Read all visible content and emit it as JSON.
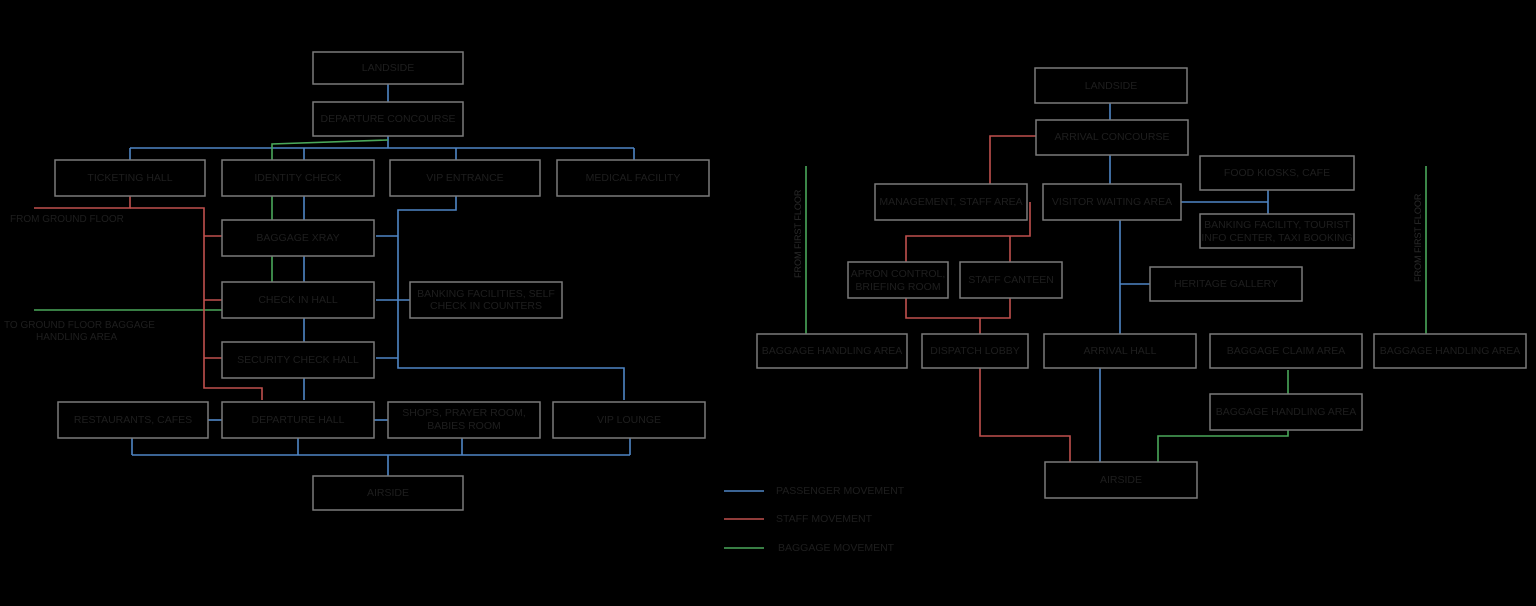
{
  "departure": {
    "landside": "LANDSIDE",
    "departure_concourse": "DEPARTURE CONCOURSE",
    "ticketing_hall": "TICKETING HALL",
    "identity_check": "IDENTITY CHECK",
    "vip_entrance": "VIP ENTRANCE",
    "medical_facility": "MEDICAL FACILITY",
    "baggage_xray": "BAGGAGE XRAY",
    "check_in_hall": "CHECK IN HALL",
    "banking_self_check": [
      "BANKING FACILITIES, SELF",
      "CHECK IN COUNTERS"
    ],
    "security_check_hall": "SECURITY CHECK HALL",
    "restaurants_cafes": "RESTAURANTS, CAFES",
    "departure_hall": "DEPARTURE HALL",
    "shops_prayer": [
      "SHOPS, PRAYER ROOM,",
      "BABIES ROOM"
    ],
    "vip_lounge": "VIP LOUNGE",
    "airside": "AIRSIDE",
    "from_ground_floor": "FROM GROUND FLOOR",
    "to_ground_floor": [
      "TO GROUND FLOOR BAGGAGE",
      "HANDLING AREA"
    ]
  },
  "arrival": {
    "landside": "LANDSIDE",
    "arrival_concourse": "ARRIVAL CONCOURSE",
    "management_staff": "MANAGEMENT, STAFF AREA",
    "visitor_waiting": "VISITOR WAITING AREA",
    "food_kiosks": "FOOD KIOSKS, CAFE",
    "banking_tourist": [
      "BANKING FACILITY, TOURIST",
      "INFO CENTER, TAXI BOOKING"
    ],
    "apron_control": [
      "APRON CONTROL,",
      "BRIEFING ROOM"
    ],
    "staff_canteen": "STAFF CANTEEN",
    "heritage_gallery": "HERITAGE GALLERY",
    "baggage_handling_left": "BAGGAGE HANDLING AREA",
    "dispatch_lobby": "DISPATCH LOBBY",
    "arrival_hall": "ARRIVAL HALL",
    "baggage_claim": "BAGGAGE CLAIM AREA",
    "baggage_handling_right": "BAGGAGE HANDLING AREA",
    "baggage_handling_mid": "BAGGAGE HANDLING AREA",
    "airside": "AIRSIDE",
    "from_first_floor_left": "FROM FIRST FLOOR",
    "from_first_floor_right": "FROM FIRST FLOOR"
  },
  "legend": {
    "passenger": "PASSENGER MOVEMENT",
    "staff": "STAFF MOVEMENT",
    "baggage": "BAGGAGE MOVEMENT"
  },
  "colors": {
    "passenger": "#4f86c6",
    "staff": "#c0504d",
    "baggage": "#4aa85a",
    "background": "#000000",
    "box_border": "#7a7a7a"
  }
}
